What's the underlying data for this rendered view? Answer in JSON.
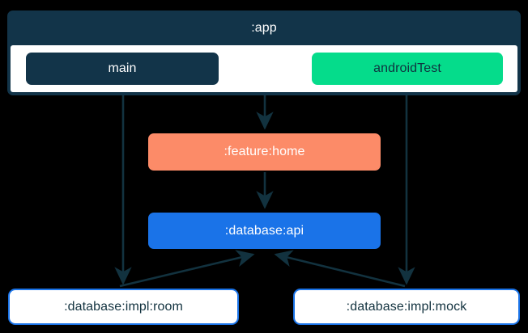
{
  "diagram": {
    "type": "module-dependency-graph",
    "background": "#000000",
    "colors": {
      "navy": "#123449",
      "green": "#05dc8b",
      "orange": "#fc8b68",
      "blue": "#1a73e8",
      "white": "#ffffff",
      "edge": "#12323f"
    },
    "container": {
      "label": ":app",
      "source_sets": [
        {
          "label": "main",
          "variant": "main"
        },
        {
          "label": "androidTest",
          "variant": "androidTest"
        }
      ]
    },
    "nodes": [
      {
        "id": "feature-home",
        "label": ":feature:home",
        "variant": "feature"
      },
      {
        "id": "database-api",
        "label": ":database:api",
        "variant": "api"
      },
      {
        "id": "impl-room",
        "label": ":database:impl:room",
        "variant": "impl"
      },
      {
        "id": "impl-mock",
        "label": ":database:impl:mock",
        "variant": "impl"
      }
    ],
    "edges": [
      {
        "from": "main",
        "to": "impl-room"
      },
      {
        "from": ":app",
        "to": "feature-home"
      },
      {
        "from": "androidTest",
        "to": "impl-mock"
      },
      {
        "from": "feature-home",
        "to": "database-api"
      },
      {
        "from": "impl-room",
        "to": "database-api"
      },
      {
        "from": "impl-mock",
        "to": "database-api"
      }
    ]
  }
}
